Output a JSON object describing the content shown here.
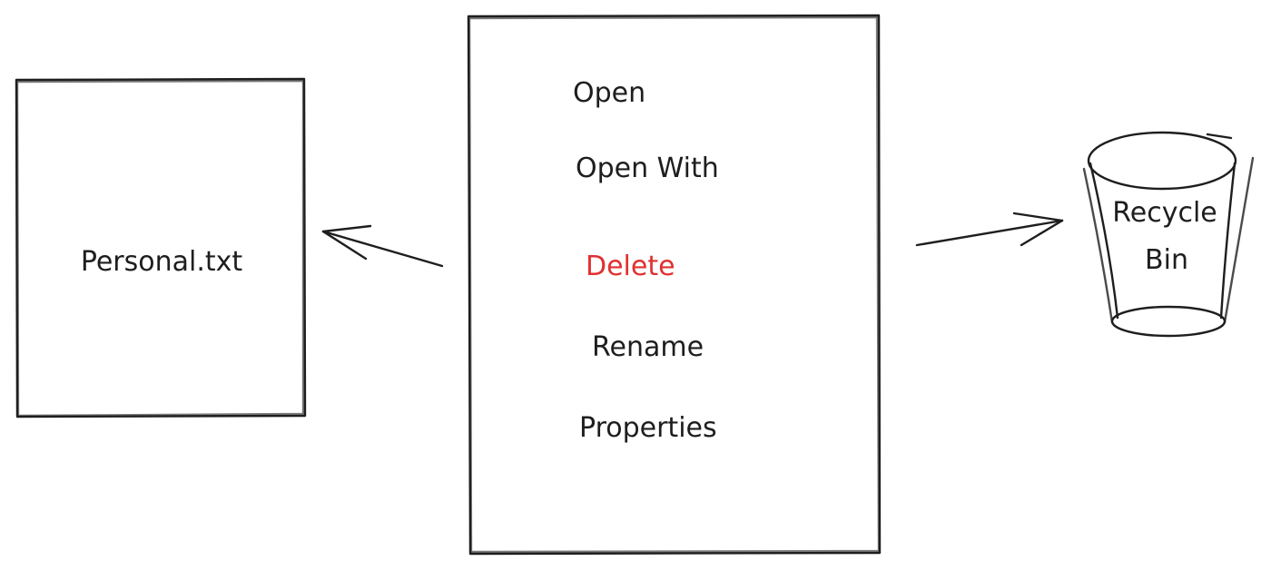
{
  "file": {
    "name": "Personal.txt"
  },
  "context_menu": {
    "items": [
      {
        "label": "Open"
      },
      {
        "label": "Open With"
      },
      {
        "label": "Delete",
        "color": "#e03131"
      },
      {
        "label": "Rename"
      },
      {
        "label": "Properties"
      }
    ]
  },
  "recycle_bin": {
    "label_line1": "Recycle",
    "label_line2": "Bin"
  },
  "colors": {
    "ink": "#1e1e1e",
    "delete": "#e03131",
    "background": "#ffffff"
  },
  "icons": [
    "arrow-left-icon",
    "arrow-right-icon",
    "recycle-bin-icon"
  ]
}
